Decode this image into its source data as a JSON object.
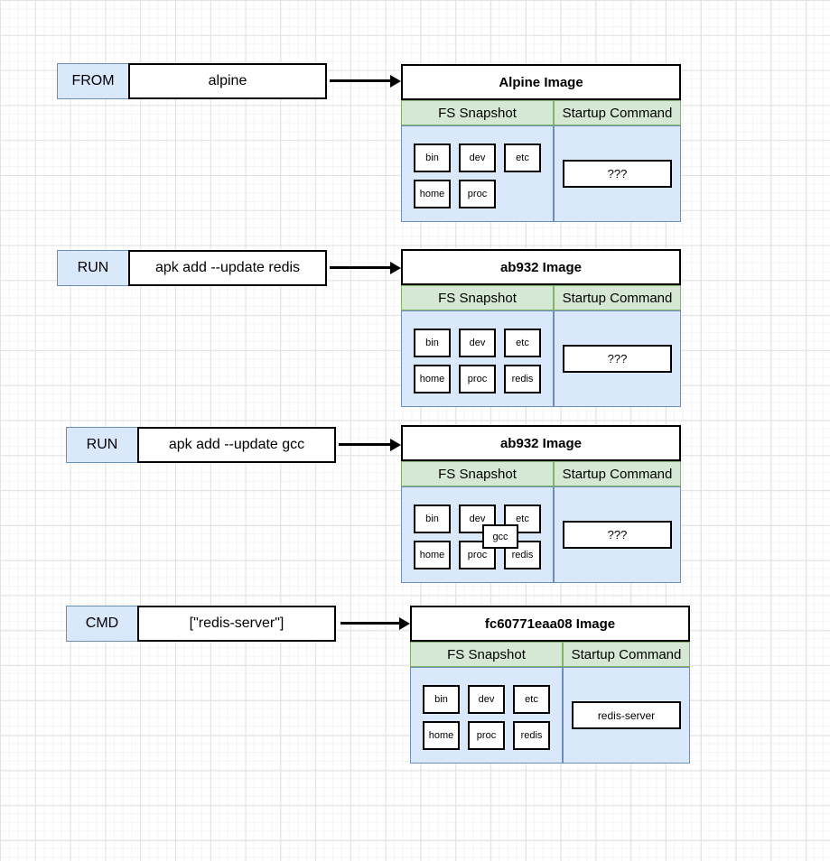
{
  "diagram": {
    "colors": {
      "shape_blue_fill": "#dae8fc",
      "shape_blue_border": "#6c8ebf",
      "shape_green_fill": "#d5e8d4",
      "shape_green_border": "#82b366",
      "grid_minor": "#f4f4f4",
      "grid_major": "#e2e2e2"
    },
    "rows": [
      {
        "instruction": "FROM",
        "argument": "alpine",
        "image": {
          "title": "Alpine Image",
          "fs_header": "FS Snapshot",
          "cmd_header": "Startup Command",
          "fs_items": [
            "bin",
            "dev",
            "etc",
            "home",
            "proc"
          ],
          "startup_command": "???"
        }
      },
      {
        "instruction": "RUN",
        "argument": "apk add --update redis",
        "image": {
          "title": "ab932 Image",
          "fs_header": "FS Snapshot",
          "cmd_header": "Startup Command",
          "fs_items": [
            "bin",
            "dev",
            "etc",
            "home",
            "proc",
            "redis"
          ],
          "startup_command": "???"
        }
      },
      {
        "instruction": "RUN",
        "argument": "apk add --update gcc",
        "image": {
          "title": "ab932 Image",
          "fs_header": "FS Snapshot",
          "cmd_header": "Startup Command",
          "fs_items": [
            "bin",
            "dev",
            "etc",
            "home",
            "proc",
            "redis"
          ],
          "overlay_item": "gcc",
          "startup_command": "???"
        }
      },
      {
        "instruction": "CMD",
        "argument": "[\"redis-server\"]",
        "image": {
          "title": "fc60771eaa08 Image",
          "fs_header": "FS Snapshot",
          "cmd_header": "Startup Command",
          "fs_items": [
            "bin",
            "dev",
            "etc",
            "home",
            "proc",
            "redis"
          ],
          "startup_command": "redis-server"
        }
      }
    ]
  }
}
